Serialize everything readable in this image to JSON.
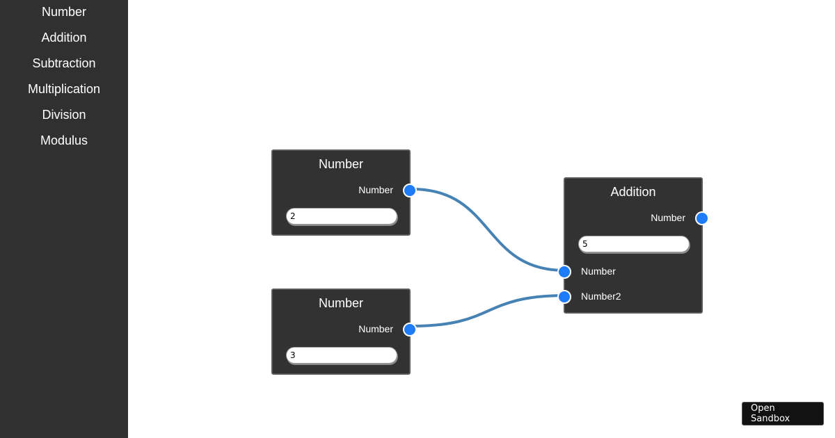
{
  "sidebar": {
    "items": [
      {
        "label": "Number"
      },
      {
        "label": "Addition"
      },
      {
        "label": "Subtraction"
      },
      {
        "label": "Multiplication"
      },
      {
        "label": "Division"
      },
      {
        "label": "Modulus"
      }
    ]
  },
  "nodes": {
    "number_a": {
      "title": "Number",
      "output_label": "Number",
      "value": "2"
    },
    "number_b": {
      "title": "Number",
      "output_label": "Number",
      "value": "3"
    },
    "addition": {
      "title": "Addition",
      "output_label": "Number",
      "value": "5",
      "input1_label": "Number",
      "input2_label": "Number2"
    }
  },
  "colors": {
    "sidebar_bg": "#303030",
    "node_bg": "#323232",
    "port": "#1e7cf8",
    "wire": "#4682b4"
  },
  "button": {
    "open_sandbox": "Open Sandbox"
  }
}
